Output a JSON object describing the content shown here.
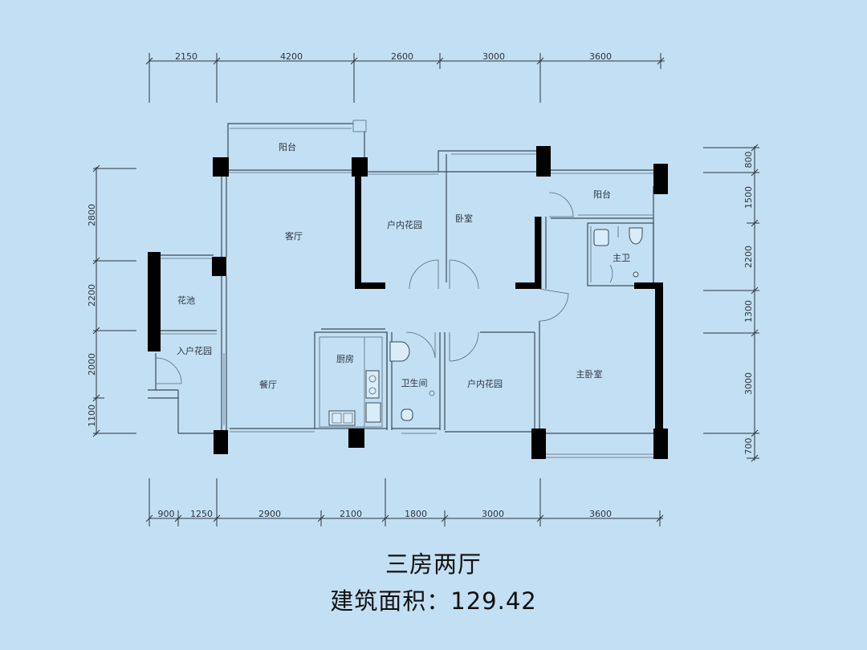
{
  "dimensions": {
    "top": [
      "2150",
      "4200",
      "2600",
      "3000",
      "3600"
    ],
    "bottom": [
      "900",
      "1250",
      "2900",
      "2100",
      "1800",
      "3000",
      "3600"
    ],
    "left": [
      "2800",
      "2200",
      "2000",
      "1100"
    ],
    "right": [
      "800",
      "1500",
      "2200",
      "1300",
      "3000",
      "700"
    ]
  },
  "rooms": {
    "balcony_top": "阳台",
    "living_room": "客厅",
    "indoor_garden_1": "户内花园",
    "bedroom": "卧室",
    "balcony_right": "阳台",
    "master_bath": "主卫",
    "flower_bed": "花池",
    "entry_garden": "入户花园",
    "dining_room": "餐厅",
    "kitchen": "厨房",
    "bathroom": "卫生间",
    "indoor_garden_2": "户内花园",
    "master_bedroom": "主卧室"
  },
  "caption": {
    "title": "三房两厅",
    "area": "建筑面积：129.42"
  }
}
